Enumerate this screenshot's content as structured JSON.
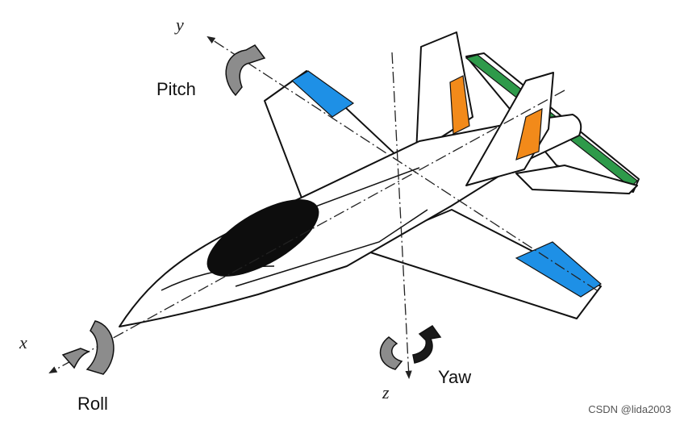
{
  "labels": {
    "pitch": "Pitch",
    "yaw": "Yaw",
    "roll": "Roll"
  },
  "axes": {
    "x": "x",
    "y": "y",
    "z": "z"
  },
  "watermark": "CSDN @lida2003",
  "colors": {
    "aileron": "#1e90e6",
    "rudder": "#f28a1a",
    "elevator": "#2e9a4a",
    "canopy": "#0d0d0d",
    "arrow": "#8c8c8c"
  }
}
